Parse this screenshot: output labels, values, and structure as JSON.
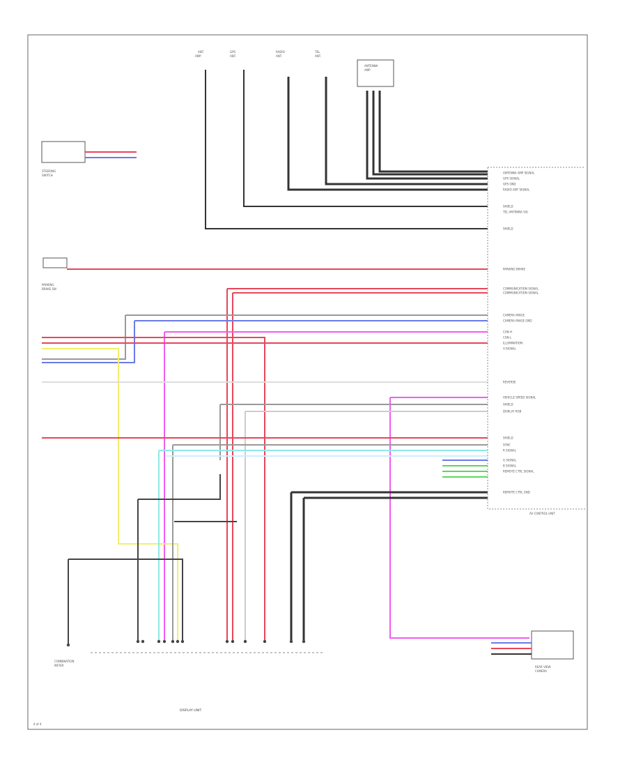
{
  "labels": {
    "top_connectors": [
      "ANT. AMP",
      "GPS ANTENNA",
      "RADIO ANT.",
      "TEL ANTENNA",
      "ANTENNA AMPLIFIER"
    ],
    "audio_unit_title": "AV CONTROL UNIT",
    "display_unit_title": "DISPLAY UNIT",
    "steering_switch": "STEERING SWITCH",
    "parking_brake": "PARKING BRAKE SWITCH",
    "combination_meter": "COMBINATION METER",
    "rear_view_camera": "REAR VIEW CAMERA",
    "page_number": "4 of 4",
    "pin_labels_left": [
      "ANTENNA AMP SIGNAL",
      "GPS SIGNAL",
      "GPS GND",
      "RADIO ANT SIGNAL",
      "SHIELD",
      "TEL ANTENNA SIG",
      "SHIELD",
      "PARKING BRAKE",
      "COMMUNICATION SIGNAL",
      "COMMUNICATION SIGNAL",
      "CAMERA IMAGE",
      "CAMERA IMAGE GND",
      "CAN-H",
      "CAN-L",
      "ILLUMINATION",
      "V-SIGNAL",
      "REVERSE",
      "VEHICLE SPEED SIGNAL",
      "SHIELD",
      "DISPLAY RGB",
      "SHIELD",
      "SYNC",
      "R SIGNAL",
      "G SIGNAL",
      "B SIGNAL",
      "REMOTE CTRL SIGNAL",
      "REMOTE CTRL GND"
    ]
  },
  "colors": {
    "black": "#333333",
    "red": "#e8455a",
    "blue": "#6a7ae8",
    "pink": "#f25cf2",
    "yellow": "#f2ef6a",
    "green": "#5cd65c",
    "gray": "#999999",
    "cyan": "#8fe8e8",
    "orange": "#f2b24a"
  }
}
